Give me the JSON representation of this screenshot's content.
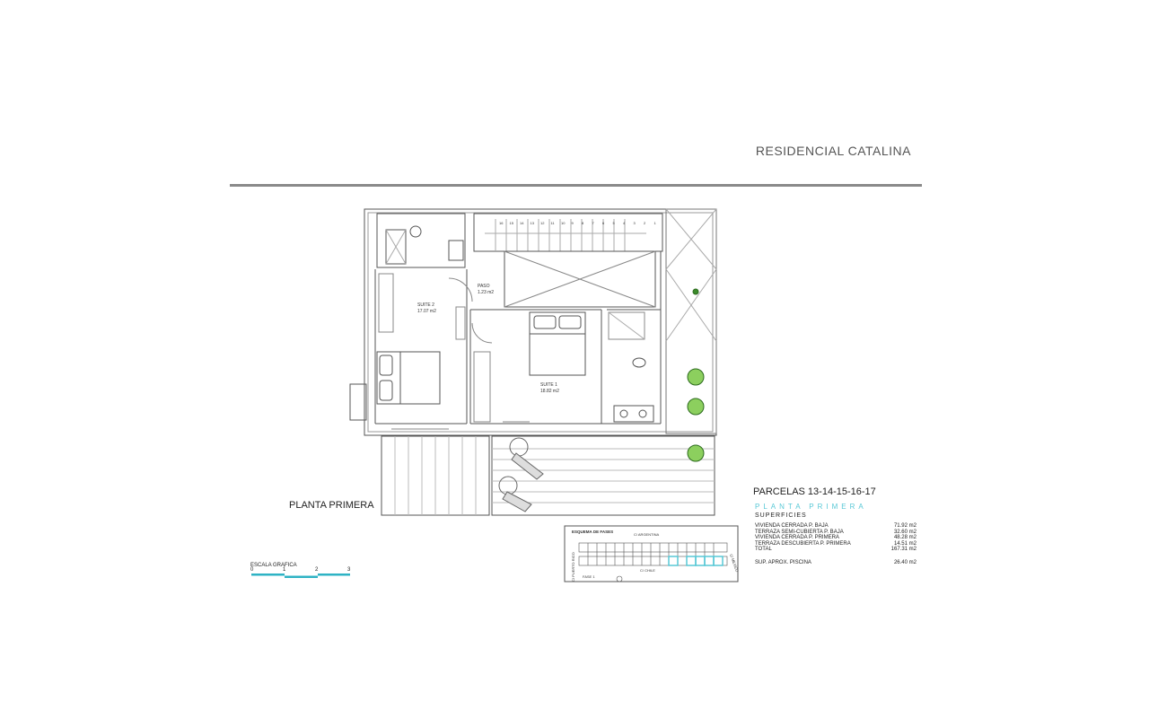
{
  "header": {
    "brand": "RESIDENCIAL CATALINA"
  },
  "plan": {
    "title": "PLANTA PRIMERA",
    "rooms": [
      {
        "name": "SUITE 2",
        "area": "17.07 m2"
      },
      {
        "name": "PASO",
        "area": "1.23 m2"
      },
      {
        "name": "SUITE 1",
        "area": "18.82 m2"
      }
    ],
    "stair_numbers": [
      "16",
      "15",
      "14",
      "13",
      "12",
      "11",
      "10",
      "9",
      "8",
      "7",
      "6",
      "5",
      "4",
      "3",
      "2",
      "1"
    ]
  },
  "info": {
    "parcelas": "PARCELAS 13-14-15-16-17",
    "planta": "PLANTA PRIMERA",
    "superficies": "SUPERFICIES",
    "rows": [
      {
        "label": "VIVIENDA CERRADA P. BAJA",
        "value": "71.92 m2"
      },
      {
        "label": "TERRAZA SEMI-CUBIERTA P. BAJA",
        "value": "32.60 m2"
      },
      {
        "label": "VIVIENDA CERRADA P. PRIMERA",
        "value": "48.28 m2"
      },
      {
        "label": "TERRAZA DESCUBIERTA P. PRIMERA",
        "value": "14.51 m2"
      },
      {
        "label": "TOTAL",
        "value": "167.31 m2"
      }
    ],
    "piscina": {
      "label": "SUP. APROX. PISCINA",
      "value": "26.40 m2"
    }
  },
  "keyplan": {
    "title": "ESQUEMA DE FASES",
    "street_top": "C/ ARGENTINA",
    "street_left": "C/ PUERTO RICO",
    "street_bottom": "C/ CHILE",
    "street_right": "C/ MEXICO",
    "phase": "FASE 1",
    "highlight_color": "#58c8d6"
  },
  "scale": {
    "label": "ESCALA GRAFICA",
    "ticks": [
      "0",
      "1",
      "2",
      "3"
    ],
    "color": "#2fb3c4"
  }
}
